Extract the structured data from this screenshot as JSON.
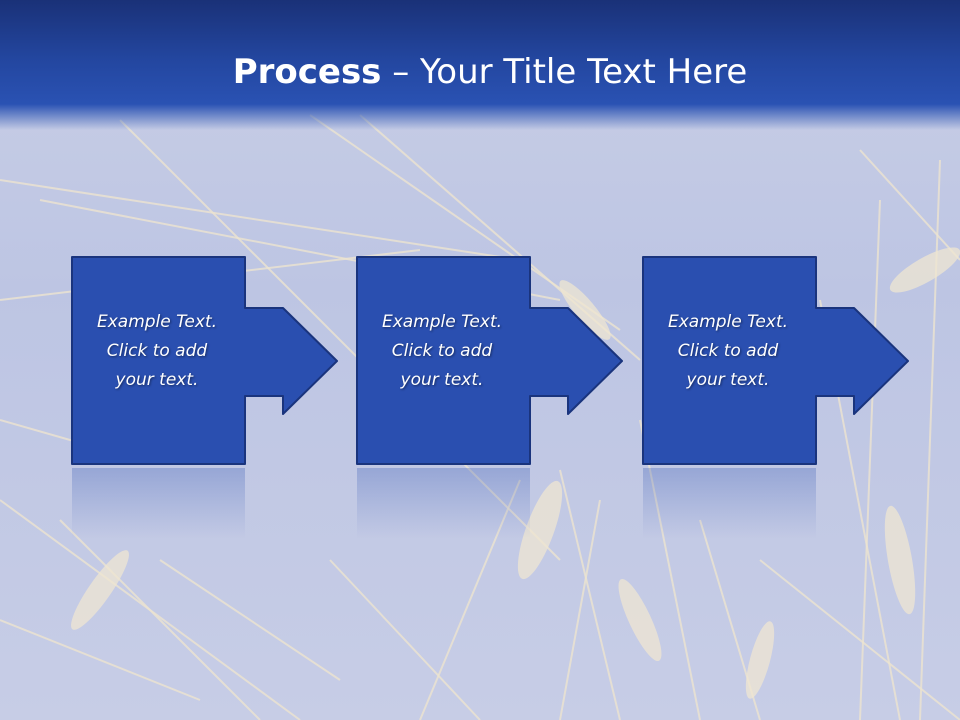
{
  "slide": {
    "title_bold": "Process",
    "title_rest": " – Your Title Text Here"
  },
  "steps": [
    {
      "lines": [
        "Example Text.",
        "Click  to add",
        "your text."
      ]
    },
    {
      "lines": [
        "Example Text.",
        "Click  to add",
        "your text."
      ]
    },
    {
      "lines": [
        "Example Text.",
        "Click  to add",
        "your text."
      ]
    }
  ],
  "colors": {
    "title_bar": "#23469f",
    "box_fill": "#2a4fb0",
    "box_border": "#1a347d",
    "background": "#c3cae4"
  }
}
